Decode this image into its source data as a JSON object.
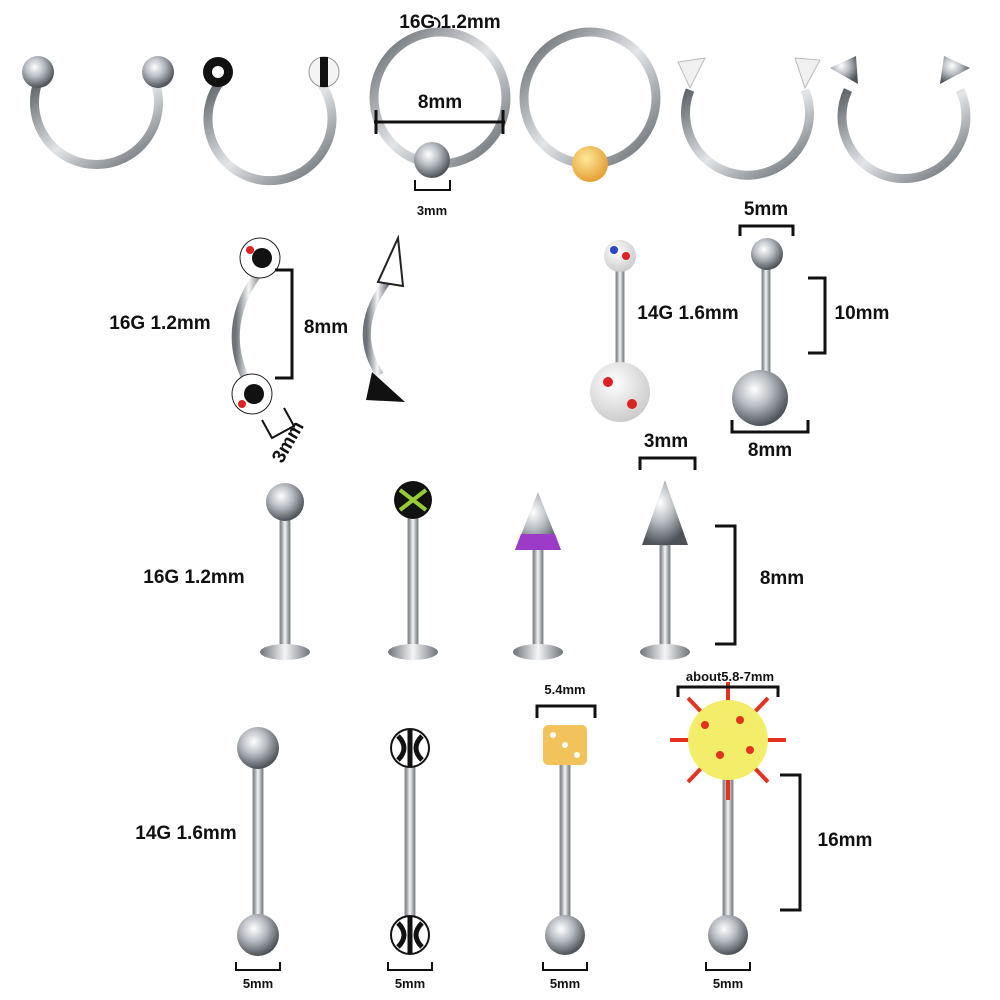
{
  "row1": {
    "gauge_label": "16G 1.2mm",
    "diameter_label": "8mm",
    "ball_label": "3mm"
  },
  "row2": {
    "curved_gauge_label": "16G 1.2mm",
    "curved_length_label": "8mm",
    "curved_ball_label": "3mm",
    "navel_top_ball_label": "5mm",
    "navel_gauge_label": "14G 1.6mm",
    "navel_length_label": "10mm",
    "navel_bottom_ball_label": "8mm"
  },
  "row3": {
    "spike_label": "3mm",
    "gauge_label": "16G 1.2mm",
    "length_label": "8mm"
  },
  "row4": {
    "dice_label": "5.4mm",
    "spiky_ball_label": "about5.8-7mm",
    "gauge_label": "14G 1.6mm",
    "length_label": "16mm",
    "ball_labels": [
      "5mm",
      "5mm",
      "5mm",
      "5mm"
    ]
  },
  "colors": {
    "steel": "#c9cdd2",
    "dice": "#f2c35a",
    "spiky_ball": "#f3ee6a",
    "spikes": "#e5321e",
    "purple_cone": "#9b3bc7"
  }
}
